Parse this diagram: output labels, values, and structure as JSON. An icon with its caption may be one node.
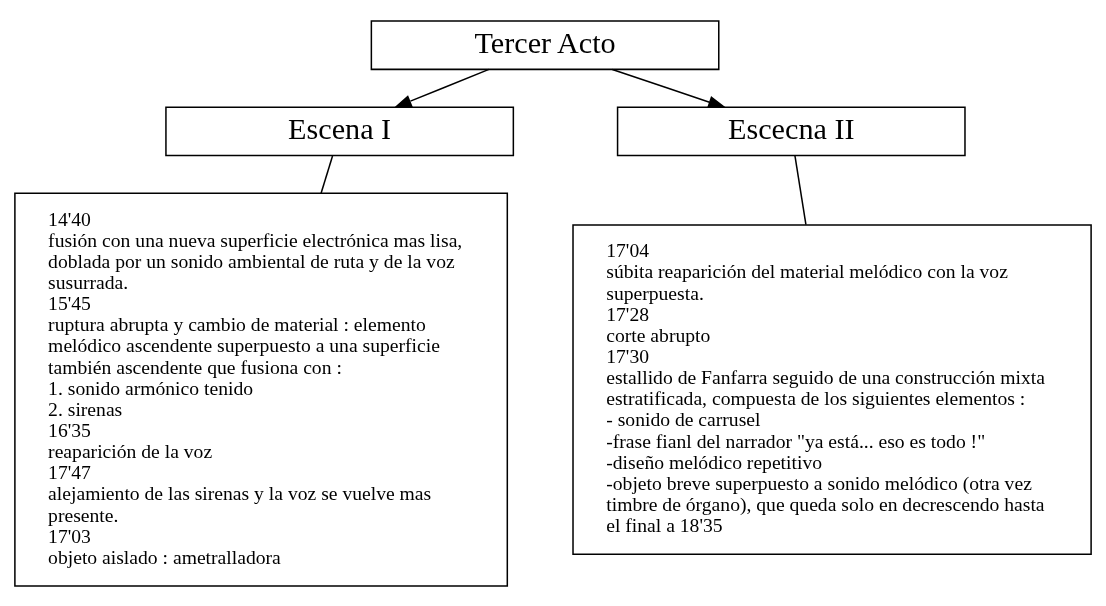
{
  "diagram": {
    "nodes": [
      {
        "text": [
          "Tercer Acto"
        ]
      },
      {
        "text": [
          "Escena I"
        ]
      },
      {
        "text": [
          "Escecna II"
        ]
      },
      {
        "text": [
          "14'40",
          "fusión con una nueva superficie electrónica mas lisa, doblada por un sonido ambiental de ruta y de la voz susurrada.",
          "15'45",
          "ruptura abrupta y cambio de material : elemento melódico ascendente superpuesto a una superficie también ascendente que fusiona con :",
          "1. sonido armónico tenido",
          "2. sirenas",
          "16'35",
          "reaparición de la voz",
          "17'47",
          "alejamiento de las sirenas y la voz se vuelve mas presente.",
          "17'03",
          "objeto aislado : ametralladora"
        ]
      },
      {
        "text": [
          "17'04",
          "súbita reaparición del material melódico con la voz superpuesta.",
          "17'28",
          "corte abrupto",
          "17'30",
          "estallido de Fanfarra seguido de una construcción mixta estratificada, compuesta de los siguientes elementos :",
          "- sonido de carrusel",
          "-frase fianl del narrador \"ya está... eso es todo !\"",
          "-diseño melódico repetitivo",
          "-objeto breve superpuesto a sonido melódico (otra vez timbre de órgano), que queda solo en decrescendo hasta el final a 18'35"
        ]
      }
    ],
    "edges": [
      {
        "from": 0,
        "to": 1,
        "arrow": "to"
      },
      {
        "from": 0,
        "to": 2,
        "arrow": "to"
      },
      {
        "from": 1,
        "to": 3,
        "arrow": "none"
      },
      {
        "from": 2,
        "to": 4,
        "arrow": "none"
      }
    ]
  }
}
